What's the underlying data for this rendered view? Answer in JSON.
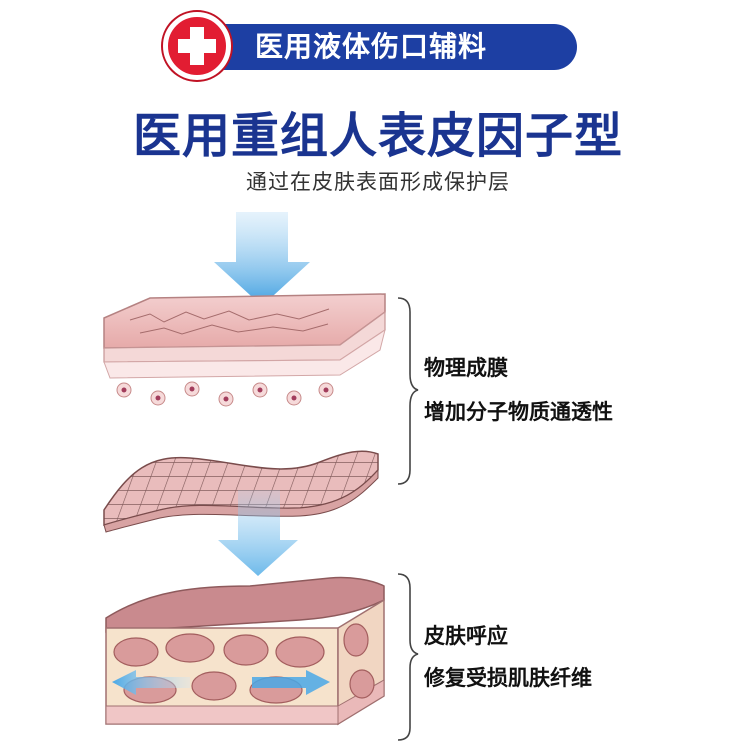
{
  "badge": {
    "label": "医用液体伤口辅料",
    "icon": "red-cross-icon"
  },
  "title": "医用重组人表皮因子型",
  "subtitle": "通过在皮肤表面形成保护层",
  "annotations": {
    "top": {
      "line1": "物理成膜",
      "line2": "增加分子物质通透性"
    },
    "bottom": {
      "line1": "皮肤呼应",
      "line2": "修复受损肌肤纤维"
    }
  },
  "colors": {
    "brand_blue": "#1d3fa3",
    "title_blue": "#1a3490",
    "cross_red": "#e21d32",
    "skin_pink": "#e9b4b4",
    "arrow_blue": "#4aa8e6"
  }
}
